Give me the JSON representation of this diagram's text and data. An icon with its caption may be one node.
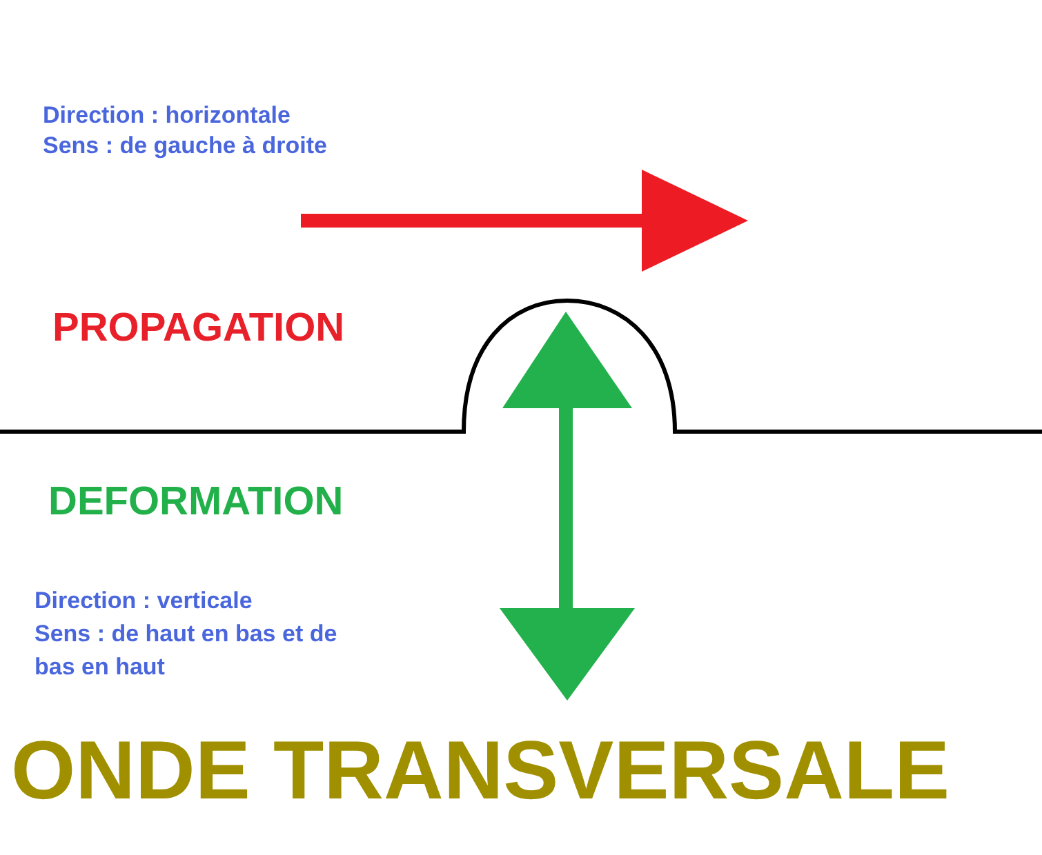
{
  "diagram": {
    "title": "ONDE TRANSVERSALE",
    "labels": [
      "Direction : horizontale",
      "Sens : de gauche à droite",
      "PROPAGATION",
      "DEFORMATION",
      "Direction : verticale",
      "Sens : de haut en bas et de bas en haut"
    ]
  }
}
